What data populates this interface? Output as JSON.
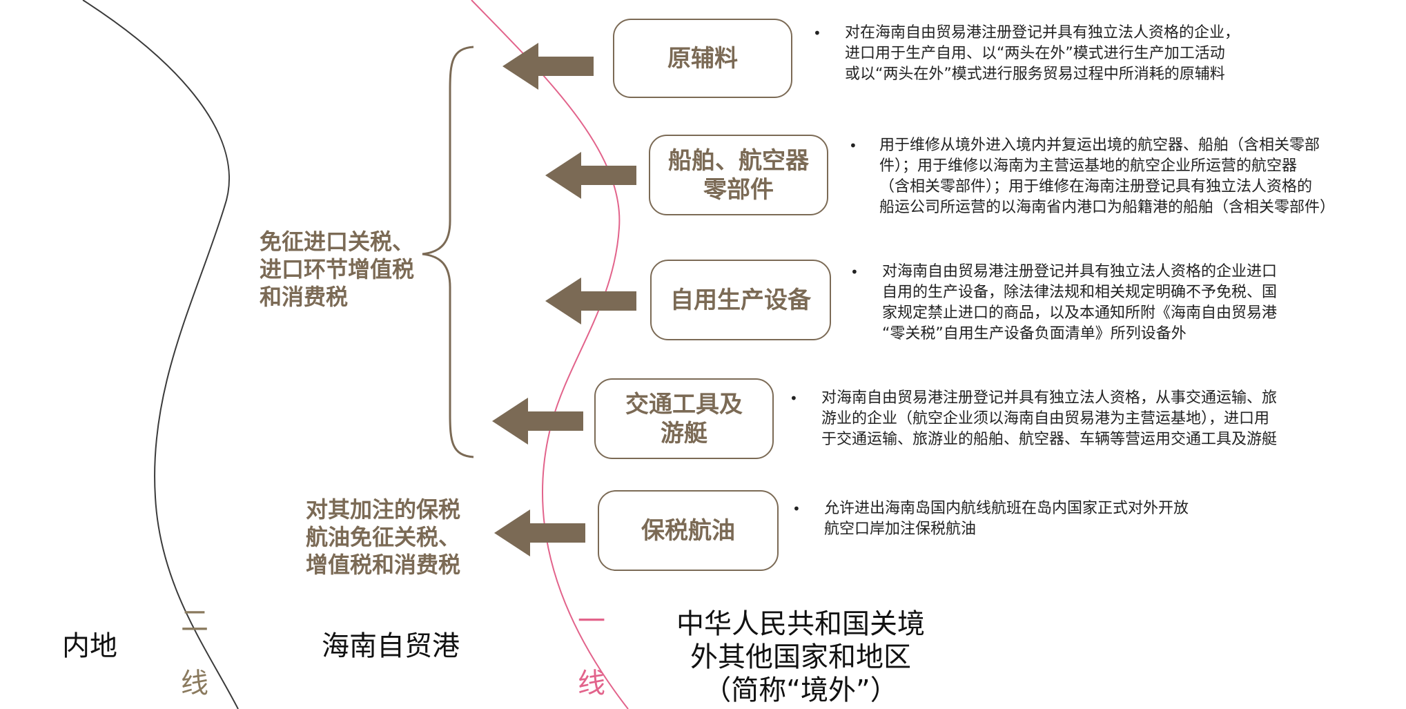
{
  "colors": {
    "accent": "#7b6a55",
    "first_line": "#e2638b",
    "second_line": "#3a3a3a",
    "text": "#222222"
  },
  "items": [
    {
      "box_label": "原辅料",
      "description": "对在海南自由贸易港注册登记并具有独立法人资格的企业，\n进口用于生产自用、以“两头在外”模式进行生产加工活动\n或以“两头在外”模式进行服务贸易过程中所消耗的原辅料"
    },
    {
      "box_label": "船舶、航空器\n零部件",
      "description": "用于维修从境外进入境内并复运出境的航空器、船舶（含相关零部\n件）；用于维修以海南为主营运基地的航空企业所运营的航空器\n（含相关零部件）；用于维修在海南注册登记具有独立法人资格的\n船运公司所运营的以海南省内港口为船籍港的船舶（含相关零部件）"
    },
    {
      "box_label": "自用生产设备",
      "description": "对海南自由贸易港注册登记并具有独立法人资格的企业进口\n自用的生产设备，除法律法规和相关规定明确不予免税、国\n家规定禁止进口的商品，以及本通知所附《海南自由贸易港\n“零关税”自用生产设备负面清单》所列设备外"
    },
    {
      "box_label": "交通工具及\n游艇",
      "description": "对海南自由贸易港注册登记并具有独立法人资格，从事交通运输、旅\n游业的企业（航空企业须以海南自由贸易港为主营运基地），进口用\n于交通运输、旅游业的船舶、航空器、车辆等营运用交通工具及游艇"
    },
    {
      "box_label": "保税航油",
      "description": "允许进出海南岛国内航线航班在岛内国家正式对外开放\n航空口岸加注保税航油"
    }
  ],
  "bullet_symbol": "•",
  "left_labels": {
    "tax_exempt": "免征进口关税、\n进口环节增值税\n和消费税",
    "bonded_fuel": "对其加注的保税\n航油免征关税、\n增值税和消费税"
  },
  "regions": {
    "mainland": "内地",
    "hainan": "海南自贸港",
    "overseas": "中华人民共和国关境\n外其他国家和地区\n（简称“境外”）"
  },
  "line_labels": {
    "second_line_top": "二",
    "second_line_bottom": "线",
    "first_line_top": "一",
    "first_line_bottom": "线"
  }
}
